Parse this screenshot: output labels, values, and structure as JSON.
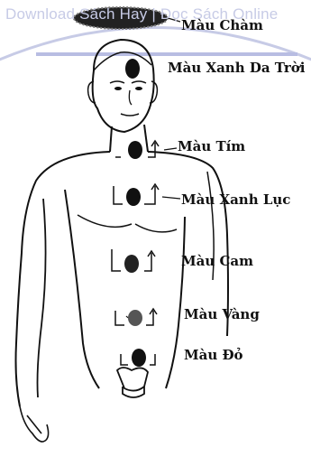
{
  "watermark": "Download Sách Hay | Đọc Sách Online",
  "labels": {
    "crown": "Màu Chàm",
    "third_eye": "Màu Xanh Da Trời",
    "throat": "Màu Tím",
    "heart": "Màu Xanh Lục",
    "solar": "Màu Cam",
    "sacral": "Màu Vàng",
    "root": "Màu Đỏ"
  },
  "colors": {
    "ink": "#111111",
    "watermark": "#c7cbe6"
  }
}
